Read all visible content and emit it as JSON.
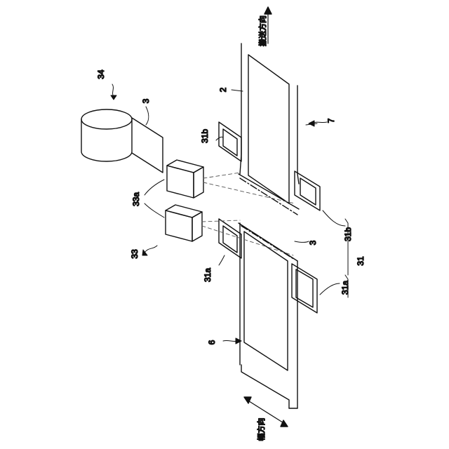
{
  "labels": {
    "roll": "34",
    "film": "3",
    "film_upper": "3",
    "belt_upper": "2",
    "belt_lower": "6",
    "conveyor": "7",
    "camera_group": "33",
    "camera": "33a",
    "marker_upper_left": "31b",
    "marker_upper_right": "31b",
    "marker_lower_left": "31a",
    "marker_lower_right": "31a",
    "marker_group": "31"
  },
  "direction_text": {
    "transport": "搬送方向",
    "width": "幅方向"
  }
}
